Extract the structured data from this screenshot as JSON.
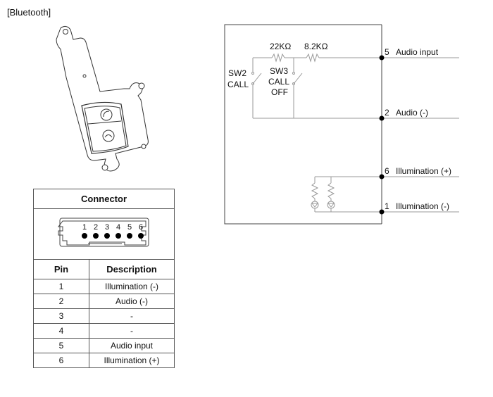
{
  "section_label": "[Bluetooth]",
  "connector_table": {
    "title": "Connector",
    "pin_numbers_on_connector": [
      "1",
      "2",
      "3",
      "4",
      "5",
      "6"
    ],
    "headers": [
      "Pin",
      "Description"
    ],
    "rows": [
      {
        "pin": "1",
        "description": "Illumination (-)"
      },
      {
        "pin": "2",
        "description": "Audio (-)"
      },
      {
        "pin": "3",
        "description": "-"
      },
      {
        "pin": "4",
        "description": "-"
      },
      {
        "pin": "5",
        "description": "Audio input"
      },
      {
        "pin": "6",
        "description": "Illumination (+)"
      }
    ]
  },
  "schematic": {
    "resistors": [
      "22KΩ",
      "8.2KΩ"
    ],
    "switches": [
      {
        "name": "SW2",
        "function": "CALL"
      },
      {
        "name": "SW3",
        "function": "CALL",
        "function2": "OFF"
      }
    ],
    "terminals": [
      {
        "pin": "5",
        "label": "Audio input"
      },
      {
        "pin": "2",
        "label": "Audio (-)"
      },
      {
        "pin": "6",
        "label": "Illumination (+)"
      },
      {
        "pin": "1",
        "label": "Illumination (-)"
      }
    ]
  }
}
